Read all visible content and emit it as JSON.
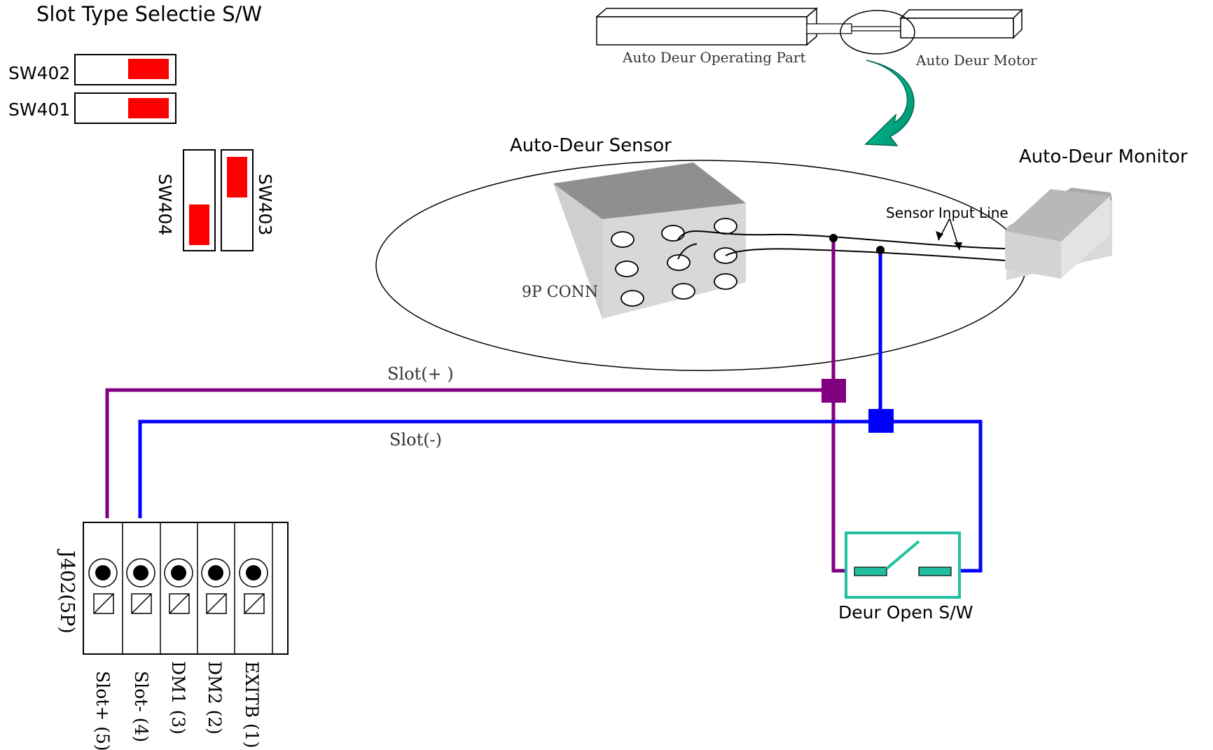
{
  "slot_type": {
    "title": "Slot Type Selectie S/W",
    "switches": {
      "sw402": "SW402",
      "sw401": "SW401",
      "sw404": "SW404",
      "sw403": "SW403"
    }
  },
  "auto_door": {
    "operating_part": "Auto Deur Operating Part",
    "motor": "Auto Deur Motor",
    "sensor": "Auto-Deur Sensor",
    "monitor": "Auto-Deur Monitor",
    "connector": "9P CONN",
    "sensor_input_line": "Sensor Input Line"
  },
  "wiring": {
    "slot_plus": "Slot(+ )",
    "slot_minus": "Slot(-)"
  },
  "terminal": {
    "name": "J402(5P)",
    "pins": [
      "Slot+ (5)",
      "Slot- (4)",
      "DM1 (3)",
      "DM2 (2)",
      "EXITB (1)"
    ]
  },
  "door_open_switch": {
    "label": "Deur Open S/W"
  },
  "colors": {
    "slot_plus_wire": "#800080",
    "slot_minus_wire": "#0000ff",
    "switch_knob": "#ff0000",
    "door_switch_frame": "#20c0a0",
    "arrow": "#00c890"
  }
}
